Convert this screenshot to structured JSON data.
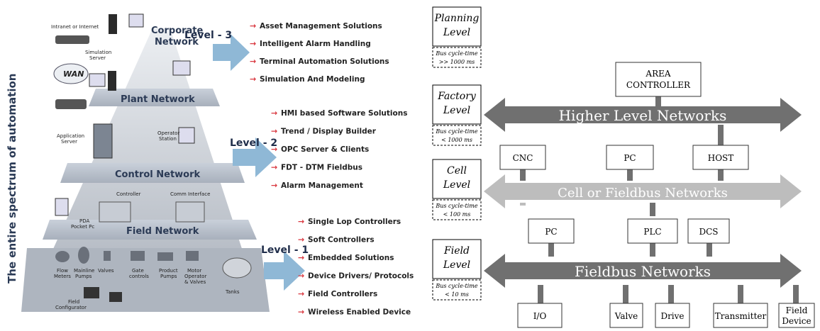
{
  "left": {
    "side_title": "The entire spectrum of automation",
    "networks": {
      "corporate": [
        "Corporate",
        "Network"
      ],
      "plant": "Plant Network",
      "control": "Control Network",
      "field": "Field Network"
    },
    "levels": [
      "Level - 3",
      "Level - 2",
      "Level - 1"
    ],
    "level3_items": [
      "Asset Management Solutions",
      "Intelligent Alarm Handling",
      "Terminal Automation Solutions",
      "Simulation And Modeling"
    ],
    "level2_items": [
      "HMI based Software Solutions",
      "Trend / Display Builder",
      "OPC Server & Clients",
      "FDT - DTM Fieldbus",
      "Alarm Management"
    ],
    "level1_items": [
      "Single Lop Controllers",
      "Soft Controllers",
      "Embedded Solutions",
      "Device Drivers/ Protocols",
      "Field Controllers",
      "Wireless Enabled Device"
    ],
    "device_labels": {
      "intranet": "Intranet or Internet",
      "simulation_server": [
        "Simulation",
        "Server"
      ],
      "wan": "WAN",
      "application_server": [
        "Application",
        "Server"
      ],
      "operator_station": [
        "Operator",
        "Station"
      ],
      "controller": "Controller",
      "comm_interface": "Comm Interface",
      "pda": [
        "PDA",
        "Pocket Pc"
      ],
      "flow_meters": [
        "Flow",
        "Meters"
      ],
      "mainline_pumps": [
        "Mainline",
        "Pumps"
      ],
      "valves": "Valves",
      "gate_controls": [
        "Gate",
        "controls"
      ],
      "product_pumps": [
        "Product",
        "Pumps"
      ],
      "motor_operator": [
        "Motor",
        "Operator",
        "& Valves"
      ],
      "tanks": "Tanks",
      "field_configurator": [
        "Field",
        "Configurator"
      ]
    },
    "colors": {
      "title": "#2a3a55",
      "arrow": "#8fb8d6",
      "bullet": "#d9363e",
      "pyramid": "#b8bec8"
    }
  },
  "right": {
    "levels": [
      {
        "name": [
          "Planning",
          "Level"
        ],
        "cycle": [
          "Bus cycle-time",
          ">> 1000 ms"
        ]
      },
      {
        "name": [
          "Factory",
          "Level"
        ],
        "cycle": [
          "Bus cycle-time",
          "< 1000 ms"
        ]
      },
      {
        "name": [
          "Cell",
          "Level"
        ],
        "cycle": [
          "Bus cycle-time",
          "< 100 ms"
        ]
      },
      {
        "name": [
          "Field",
          "Level"
        ],
        "cycle": [
          "Bus cycle-time",
          "< 10 ms"
        ]
      }
    ],
    "buses": {
      "higher": "Higher Level Networks",
      "cell": "Cell or Fieldbus Networks",
      "field": "Fieldbus Networks"
    },
    "nodes": {
      "area_controller": [
        "AREA",
        "CONTROLLER"
      ],
      "cnc": "CNC",
      "pc_top": "PC",
      "host": "HOST",
      "pc_mid": "PC",
      "plc": "PLC",
      "dcs": "DCS",
      "io": "I/O",
      "valve": "Valve",
      "drive": "Drive",
      "transmitter": "Transmitter",
      "field_device": [
        "Field",
        "Device"
      ]
    },
    "colors": {
      "bus_dark": "#707070",
      "bus_light": "#bdbdbd"
    }
  }
}
